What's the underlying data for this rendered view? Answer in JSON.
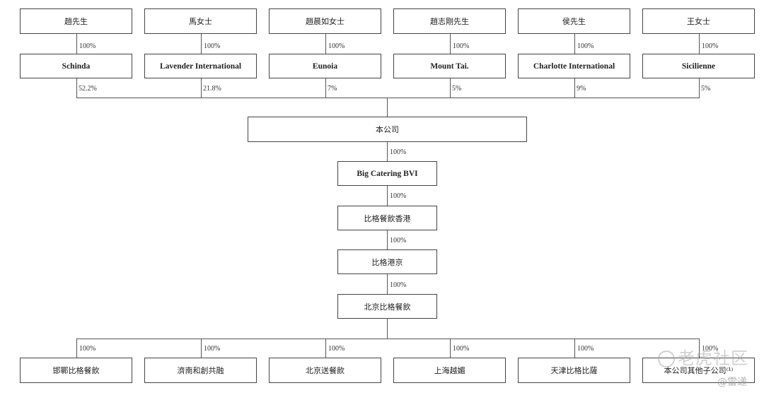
{
  "owners": [
    {
      "name": "趙先生"
    },
    {
      "name": "馬女士"
    },
    {
      "name": "趙晨如女士"
    },
    {
      "name": "趙志剛先生"
    },
    {
      "name": "侯先生"
    },
    {
      "name": "王女士"
    }
  ],
  "owner_pct": [
    "100%",
    "100%",
    "100%",
    "100%",
    "100%",
    "100%"
  ],
  "holding_cos": [
    {
      "name": "Schinda",
      "pct": "52.2%"
    },
    {
      "name": "Lavender International",
      "pct": "21.8%"
    },
    {
      "name": "Eunoia",
      "pct": "7%"
    },
    {
      "name": "Mount Tai.",
      "pct": "5%"
    },
    {
      "name": "Charlotte International",
      "pct": "9%"
    },
    {
      "name": "Sicilienne",
      "pct": "5%"
    }
  ],
  "chain": [
    {
      "name": "本公司"
    },
    {
      "name": "Big Catering BVI",
      "pct": "100%"
    },
    {
      "name": "比格餐飲香港",
      "pct": "100%"
    },
    {
      "name": "比格港京",
      "pct": "100%"
    },
    {
      "name": "北京比格餐飲",
      "pct": "100%"
    }
  ],
  "subsidiaries": [
    {
      "name": "邯鄲比格餐飲",
      "pct": "100%"
    },
    {
      "name": "濟南和創共融",
      "pct": "100%"
    },
    {
      "name": "北京送餐飲",
      "pct": "100%"
    },
    {
      "name": "上海越媚",
      "pct": "100%"
    },
    {
      "name": "天津比格比薩",
      "pct": "100%"
    },
    {
      "name": "本公司其他子公司⁽¹⁾",
      "pct": "100%"
    }
  ],
  "watermark": {
    "primary": "老虎社区",
    "secondary": "@雷递"
  }
}
